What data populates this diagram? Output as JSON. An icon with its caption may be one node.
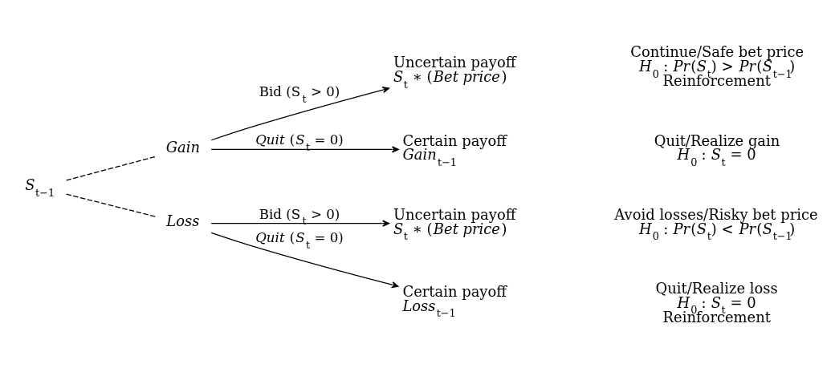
{
  "diagram": {
    "nodes": [
      {
        "text": [
          "*S*$_{t−1}$"
        ]
      },
      {
        "text": [
          "Gain"
        ]
      },
      {
        "text": [
          "Loss"
        ]
      },
      {
        "text": [
          "Uncertain payoff",
          "*S*$_{t}$ ∗ (*Bet price*)"
        ],
        "beside": [
          "Continue/Safe bet price",
          "*H*$_{0}$ : *Pr*(*S*$_{t}$) > *Pr*(*S*$_{t−1}$)",
          "Reinforcement"
        ]
      },
      {
        "text": [
          "Certain payoff",
          "*Gain*$_{t−1}$"
        ],
        "beside": [
          "Quit/Realize gain",
          "*H*$_{0}$ : *S*$_{t}$ = 0"
        ]
      },
      {
        "text": [
          "Uncertain payoff",
          "*S*$_{t}$ ∗ (*Bet price*)"
        ],
        "beside": [
          "Avoid losses/Risky bet price",
          "*H*$_{0}$ : *Pr*(*S*$_{t}$) < *Pr*(*S*$_{t−1}$)"
        ]
      },
      {
        "text": [
          "Certain payoff",
          "*Loss*$_{t−1}$"
        ],
        "beside": [
          "Quit/Realize loss",
          "*H*$_{0}$ : *S*$_{t}$ = 0",
          "Reinforcement"
        ]
      }
    ],
    "edges": [
      {
        "from": 0,
        "to": 1,
        "arrow": "none",
        "style": "dashed"
      },
      {
        "from": 0,
        "to": 2,
        "arrow": "none",
        "style": "dashed"
      },
      {
        "from": 1,
        "to": 3,
        "arrow": "to",
        "label": "Bid (S$_{t}$ > 0)"
      },
      {
        "from": 1,
        "to": 4,
        "arrow": "to",
        "label": "*Quit* (*S*$_{t}$ = 0)"
      },
      {
        "from": 2,
        "to": 5,
        "arrow": "to",
        "label": "Bid (S$_{t}$ > 0)"
      },
      {
        "from": 2,
        "to": 6,
        "arrow": "to",
        "label": "*Quit* (*S*$_{t}$ = 0)"
      }
    ]
  }
}
